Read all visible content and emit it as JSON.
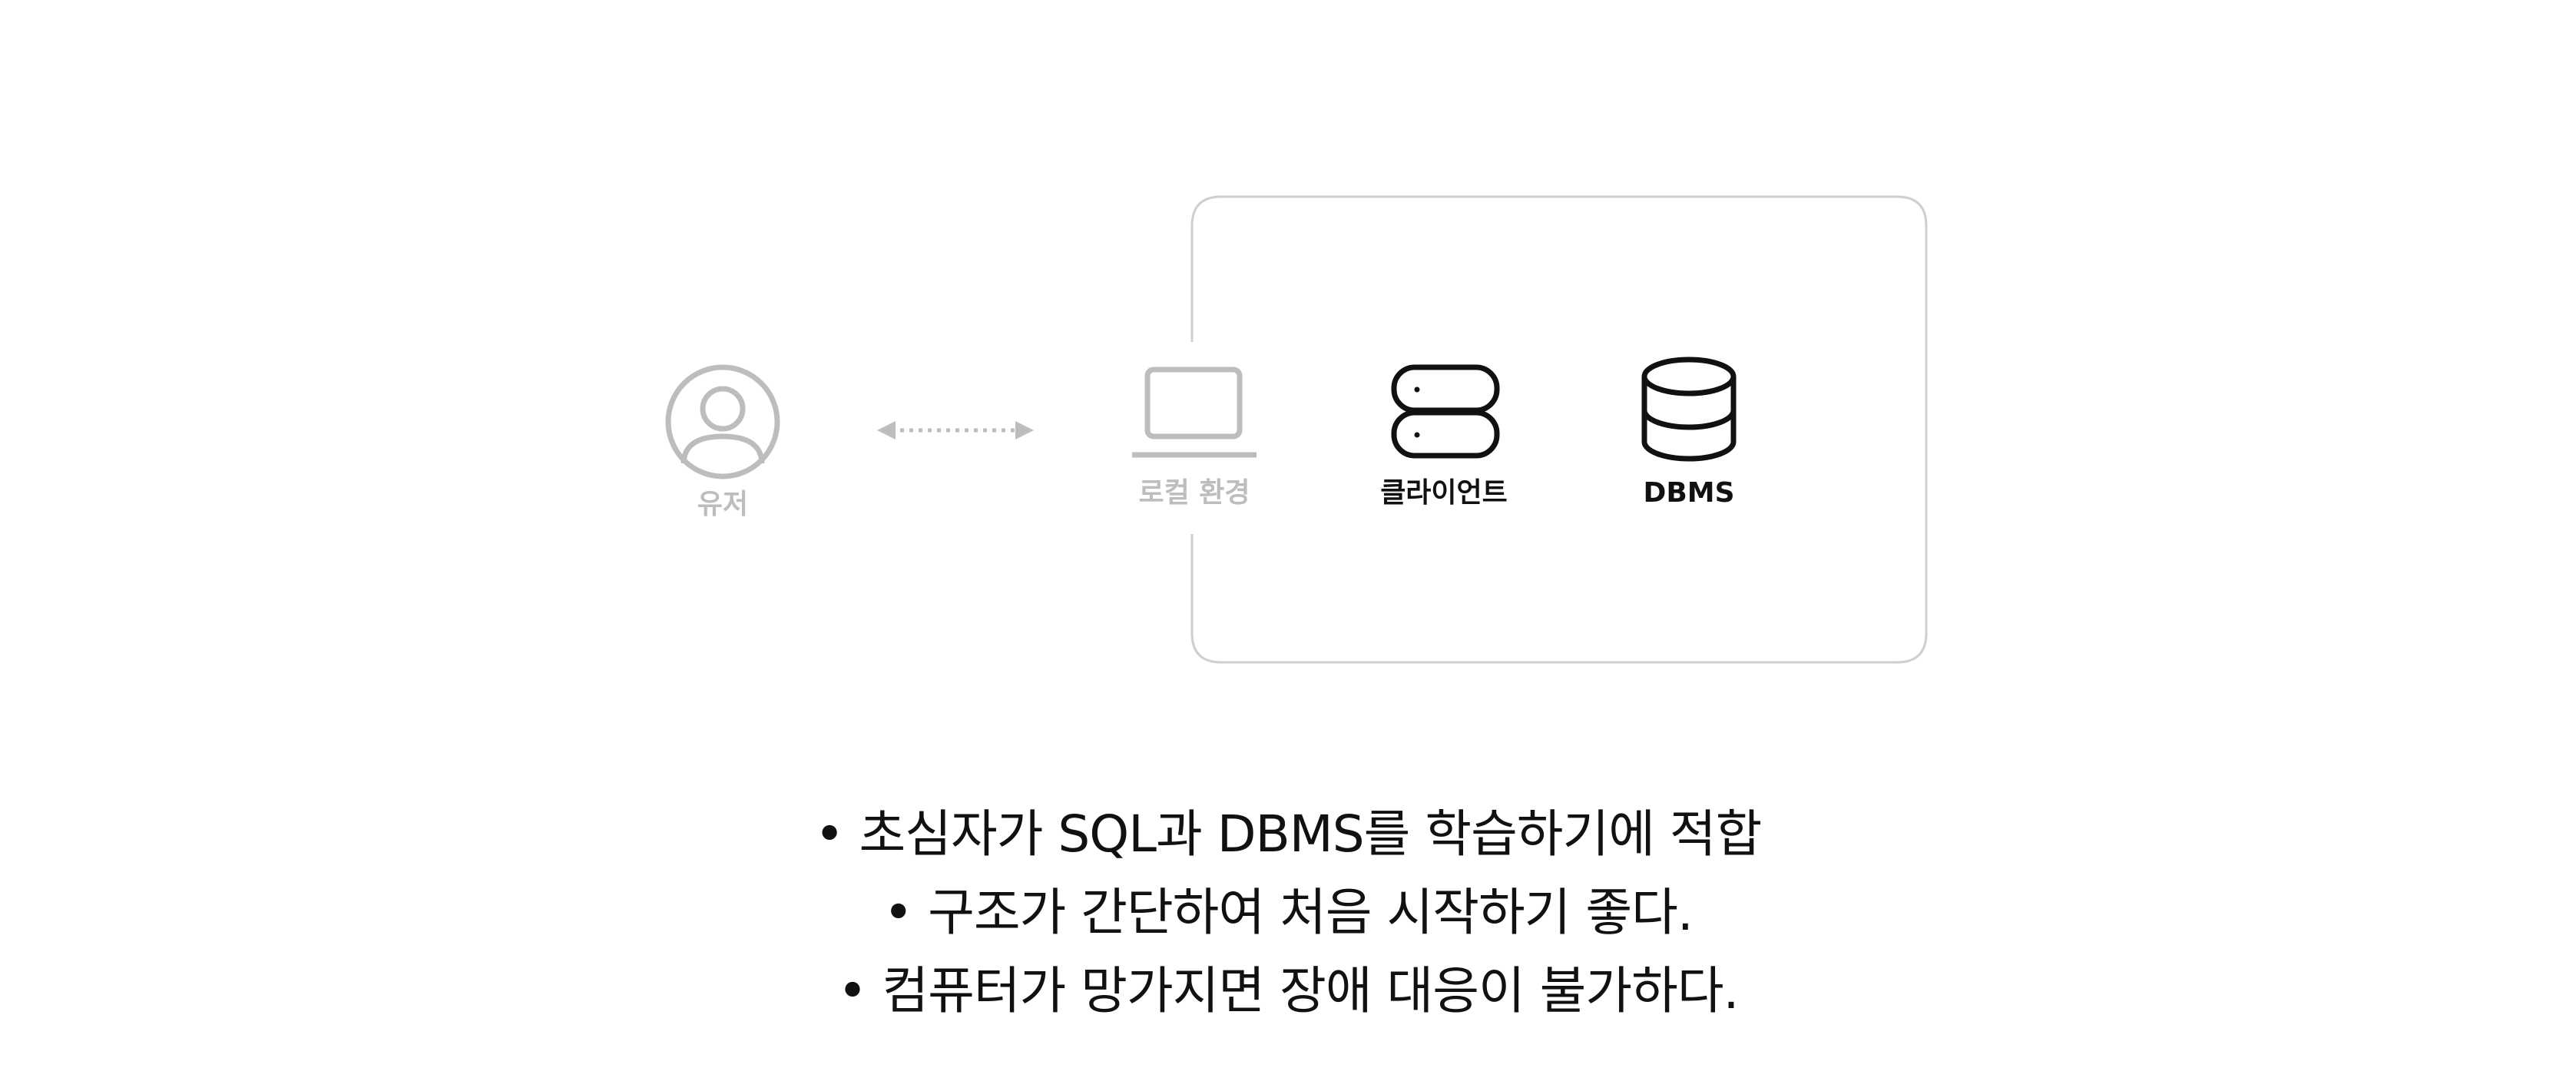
{
  "nodes": {
    "user": {
      "label": "유저",
      "icon": "user-circle-icon",
      "color": "#bdbdbd"
    },
    "local": {
      "label": "로컬 환경",
      "icon": "laptop-icon",
      "color": "#bdbdbd"
    },
    "client": {
      "label": "클라이언트",
      "icon": "server-stack-icon",
      "color": "#111111"
    },
    "dbms": {
      "label": "DBMS",
      "icon": "database-icon",
      "color": "#111111"
    }
  },
  "connector": {
    "icon": "dotted-double-arrow-icon",
    "color": "#bdbdbd"
  },
  "box_color": "#cfcfcf",
  "bullets": [
    "• 초심자가 SQL과 DBMS를 학습하기에 적합",
    "• 구조가 간단하여 처음 시작하기 좋다.",
    "• 컴퓨터가 망가지면 장애 대응이 불가하다."
  ]
}
